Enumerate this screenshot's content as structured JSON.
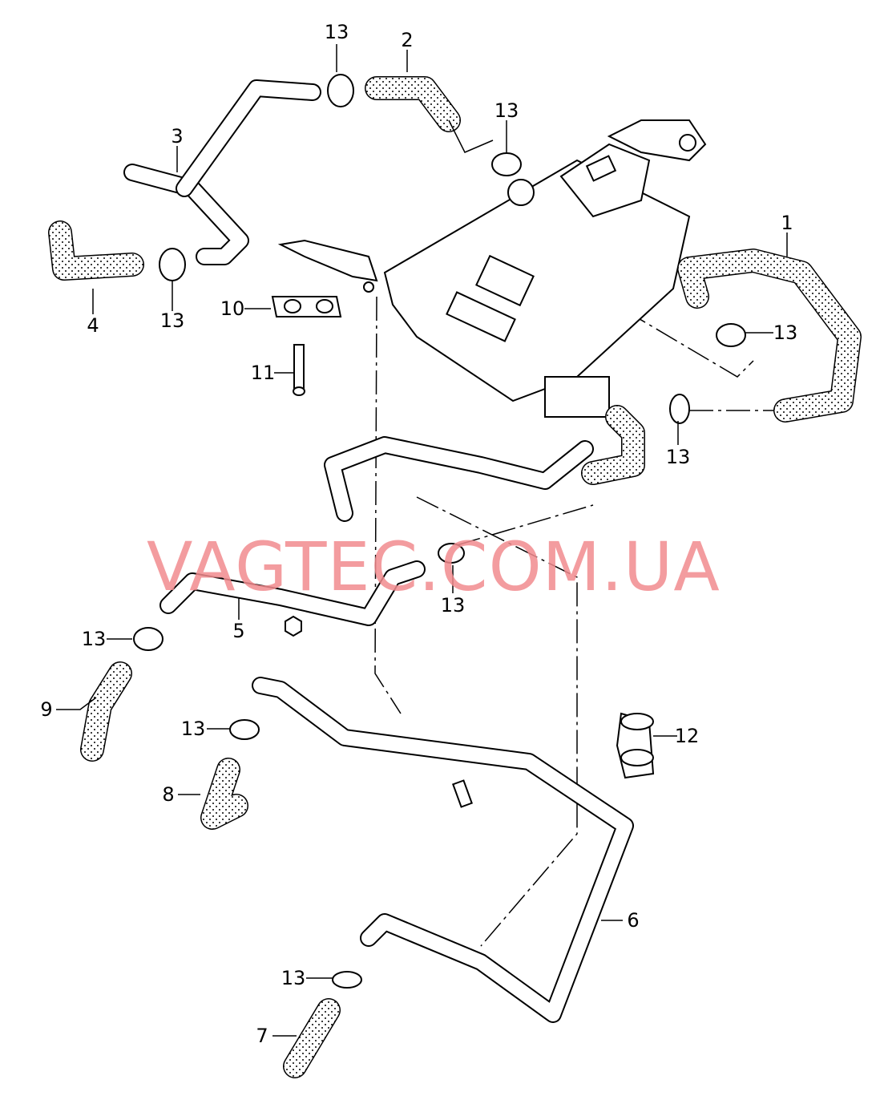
{
  "watermark": "VAGTEC.COM.UA",
  "watermark_color": "#f28b8f",
  "callouts": [
    {
      "id": "c13a",
      "text": "13"
    },
    {
      "id": "c2",
      "text": "2"
    },
    {
      "id": "c3",
      "text": "3"
    },
    {
      "id": "c13b",
      "text": "13"
    },
    {
      "id": "c1",
      "text": "1"
    },
    {
      "id": "c4",
      "text": "4"
    },
    {
      "id": "c13c",
      "text": "13"
    },
    {
      "id": "c10",
      "text": "10"
    },
    {
      "id": "c11",
      "text": "11"
    },
    {
      "id": "c13d",
      "text": "13"
    },
    {
      "id": "c13e",
      "text": "13"
    },
    {
      "id": "c13f",
      "text": "13"
    },
    {
      "id": "c5",
      "text": "5"
    },
    {
      "id": "c13g",
      "text": "13"
    },
    {
      "id": "c9",
      "text": "9"
    },
    {
      "id": "c13h",
      "text": "13"
    },
    {
      "id": "c12",
      "text": "12"
    },
    {
      "id": "c8",
      "text": "8"
    },
    {
      "id": "c6",
      "text": "6"
    },
    {
      "id": "c13i",
      "text": "13"
    },
    {
      "id": "c7",
      "text": "7"
    }
  ]
}
